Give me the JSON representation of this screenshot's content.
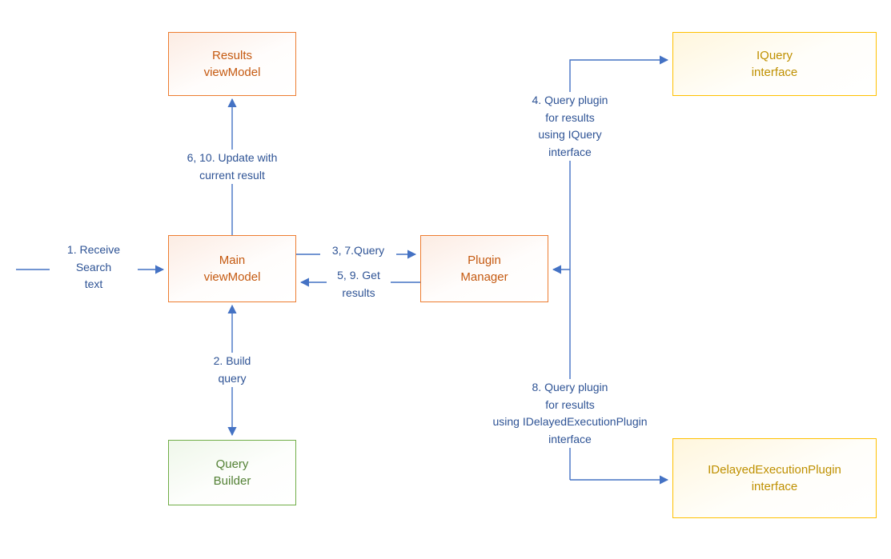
{
  "diagram": {
    "nodes": {
      "results_viewmodel": {
        "line1": "Results",
        "line2": "viewModel"
      },
      "iquery_interface": {
        "line1": "IQuery",
        "line2": "interface"
      },
      "main_viewmodel": {
        "line1": "Main",
        "line2": "viewModel"
      },
      "plugin_manager": {
        "line1": "Plugin",
        "line2": "Manager"
      },
      "query_builder": {
        "line1": "Query",
        "line2": "Builder"
      },
      "idelayed_interface": {
        "line1": "IDelayedExecutionPlugin",
        "line2": "interface"
      }
    },
    "edge_labels": {
      "receive_search": {
        "line1": "1. Receive",
        "line2": "Search",
        "line3": "text"
      },
      "update_result": {
        "line1": "6, 10. Update with",
        "line2": "current result"
      },
      "query": {
        "line1": "3, 7.Query"
      },
      "get_results": {
        "line1": "5, 9. Get",
        "line2": "results"
      },
      "build_query": {
        "line1": "2. Build",
        "line2": "query"
      },
      "query_iquery": {
        "line1": "4. Query plugin",
        "line2": "for results",
        "line3": "using IQuery",
        "line4": "interface"
      },
      "query_idelayed": {
        "line1": "8. Query plugin",
        "line2": "for results",
        "line3": "using IDelayedExecutionPlugin",
        "line4": "interface"
      }
    },
    "colors": {
      "connector": "#4472C4",
      "label_text": "#2E5395",
      "orange_border": "#ED7D31",
      "orange_text": "#C55A11",
      "gold_border": "#FFC000",
      "gold_text": "#BF9000",
      "green_border": "#70AD47",
      "green_text": "#538135"
    }
  }
}
